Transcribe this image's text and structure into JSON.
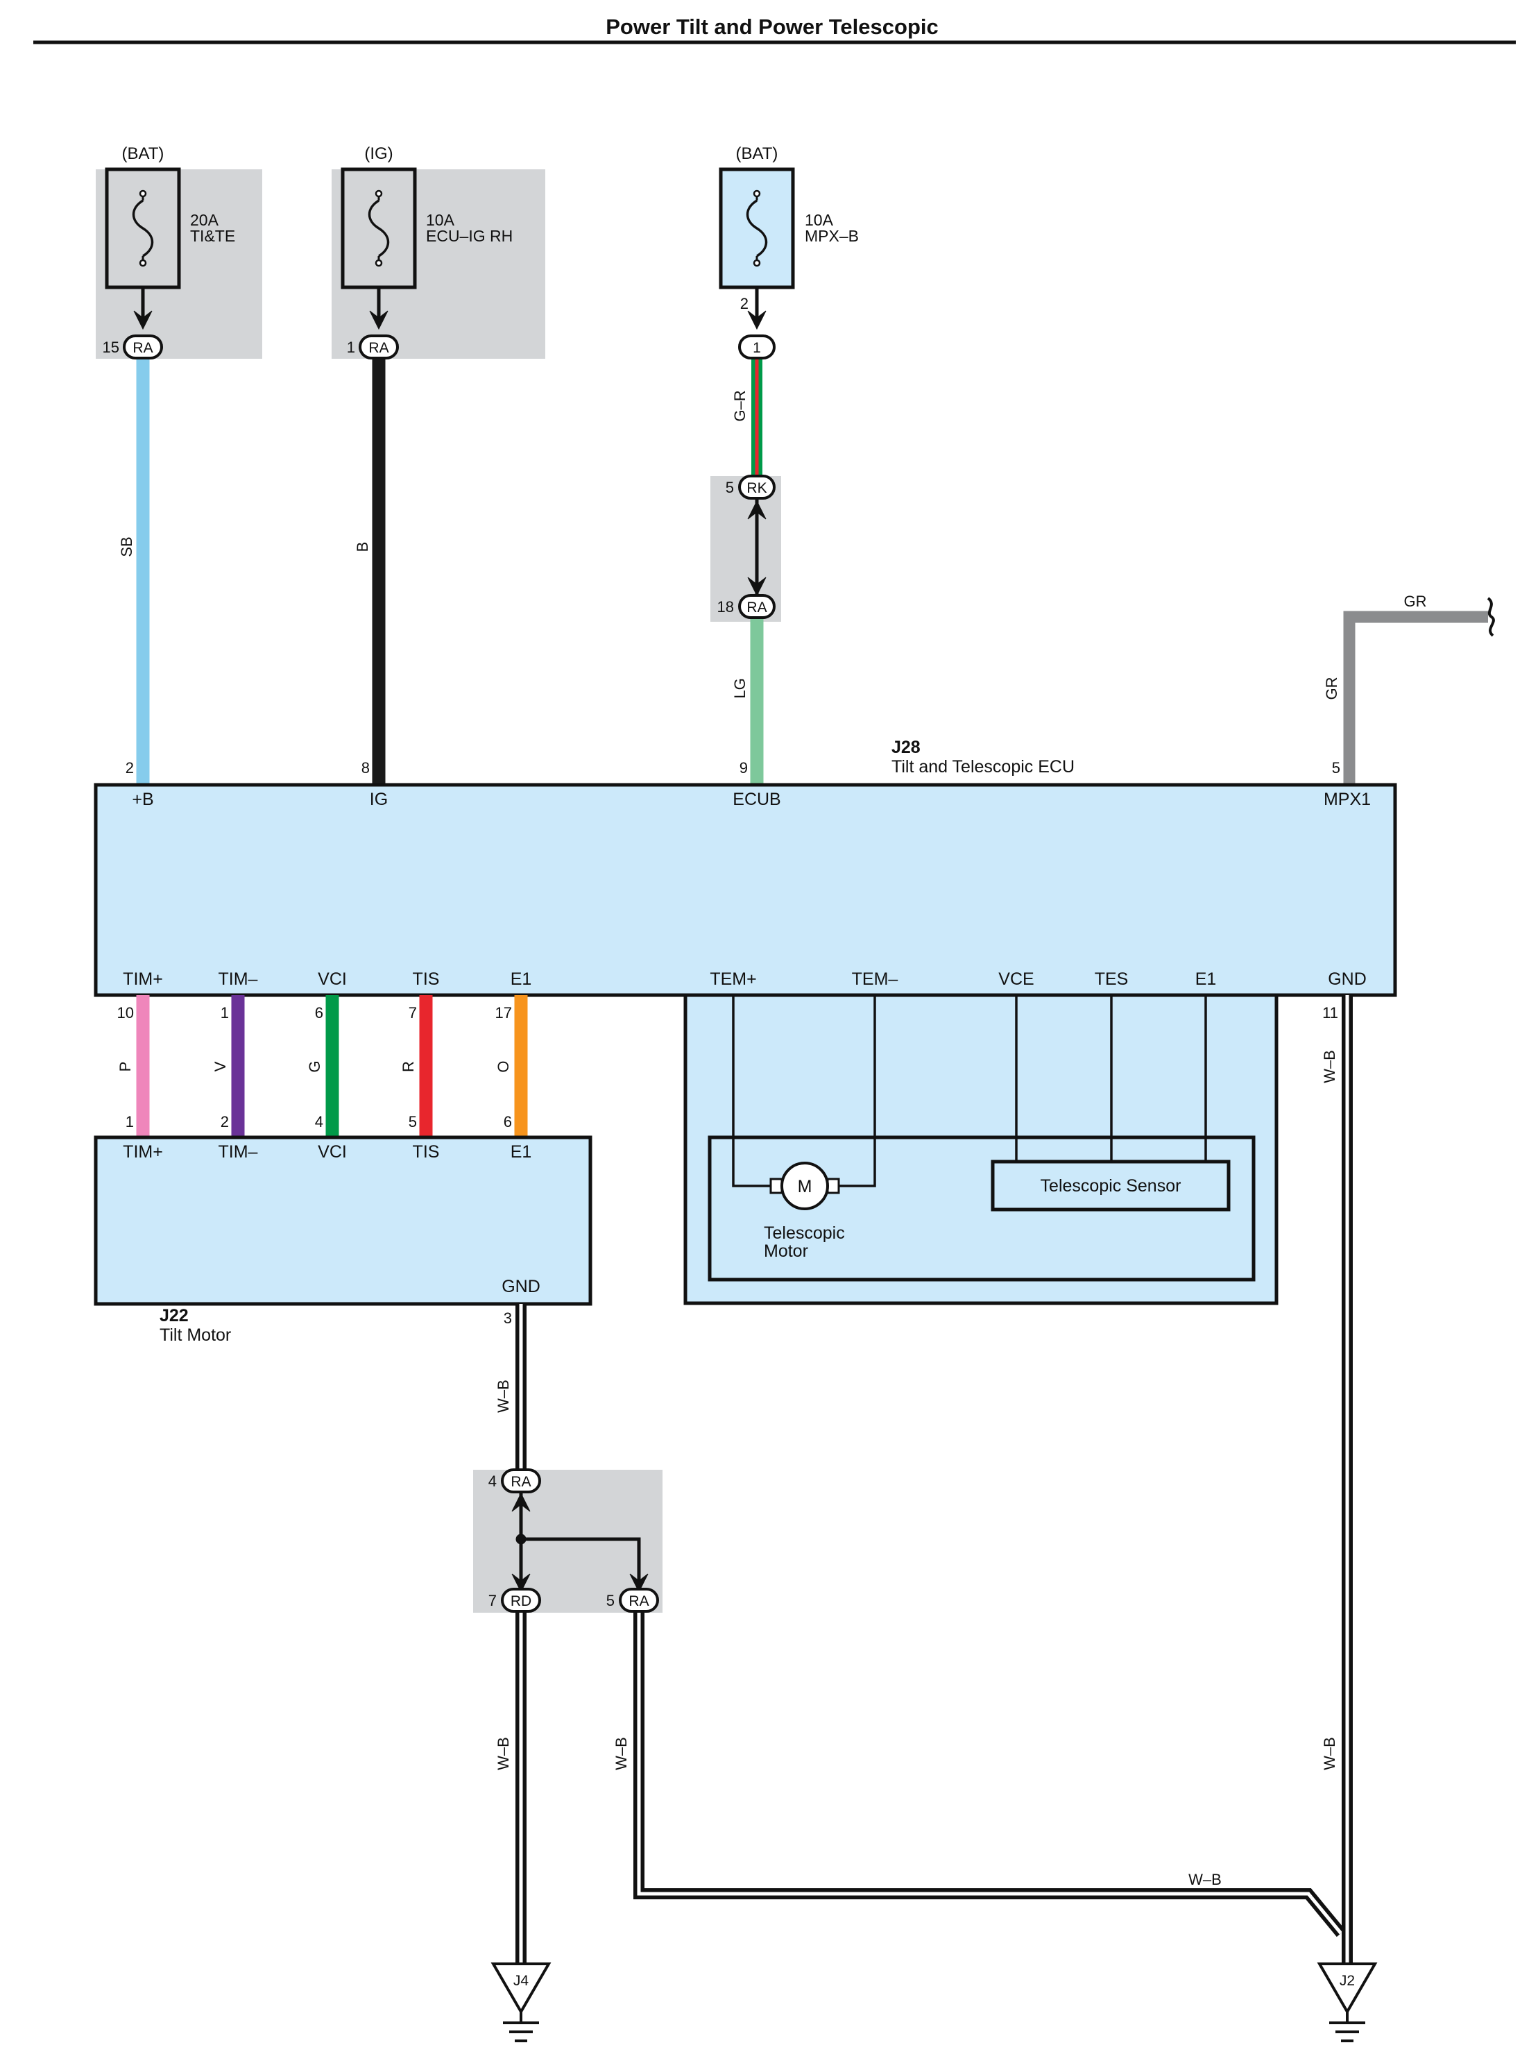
{
  "title": "Power Tilt and Power Telescopic",
  "colors": {
    "box_fill": "#cce9fa",
    "shade": "#d3d5d7",
    "SB": "#86ccec",
    "B": "#1a1a1a",
    "G_R_green": "#009a49",
    "G_R_red": "#e8262d",
    "LG": "#7ec89b",
    "GR": "#8b8c8e",
    "P": "#ef86bb",
    "V": "#6a3298",
    "G": "#009a49",
    "R": "#e8262d",
    "O": "#f7941d",
    "W_B": "#ffffff"
  },
  "fuses": [
    {
      "source": "(BAT)",
      "amp": "20A",
      "name": "TI&TE",
      "pin": "15",
      "conn": "RA"
    },
    {
      "source": "(IG)",
      "amp": "10A",
      "name": "ECU–IG RH",
      "pin": "1",
      "conn": "RA"
    },
    {
      "source": "(BAT)",
      "amp": "10A",
      "name": "MPX–B",
      "pin": "2",
      "conn_pin": "1"
    }
  ],
  "junction_rk_ra": {
    "top_pin": "5",
    "top_conn": "RK",
    "bottom_pin": "18",
    "bottom_conn": "RA"
  },
  "wires": {
    "sb": "SB",
    "b": "B",
    "gr_top": "G–R",
    "lg": "LG",
    "gr_horiz": "GR",
    "gr_vert": "GR",
    "p": "P",
    "v": "V",
    "g": "G",
    "r": "R",
    "o": "O",
    "wb_right_top": "W–B",
    "wb_tilt": "W–B",
    "wb_rd": "W–B",
    "wb_ra5": "W–B",
    "wb_bottom": "W–B",
    "wb_right_bottom": "W–B"
  },
  "ecu": {
    "code": "J28",
    "name": "Tilt and Telescopic ECU",
    "top_pins": [
      {
        "num": "2",
        "label": "+B"
      },
      {
        "num": "8",
        "label": "IG"
      },
      {
        "num": "9",
        "label": "ECUB"
      },
      {
        "num": "5",
        "label": "MPX1"
      }
    ],
    "bottom_pins": [
      {
        "num": "10",
        "label": "TIM+"
      },
      {
        "num": "1",
        "label": "TIM–"
      },
      {
        "num": "6",
        "label": "VCI"
      },
      {
        "num": "7",
        "label": "TIS"
      },
      {
        "num": "17",
        "label": "E1"
      },
      {
        "label": "TEM+"
      },
      {
        "label": "TEM–"
      },
      {
        "label": "VCE"
      },
      {
        "label": "TES"
      },
      {
        "label": "E1"
      },
      {
        "num": "11",
        "label": "GND"
      }
    ],
    "telescopic_motor": "Telescopic\nMotor",
    "motor_symbol": "M",
    "telescopic_sensor": "Telescopic Sensor"
  },
  "tilt_motor": {
    "code": "J22",
    "name": "Tilt Motor",
    "pins": [
      {
        "num": "1",
        "label": "TIM+"
      },
      {
        "num": "2",
        "label": "TIM–"
      },
      {
        "num": "4",
        "label": "VCI"
      },
      {
        "num": "5",
        "label": "TIS"
      },
      {
        "num": "6",
        "label": "E1"
      }
    ],
    "gnd_label": "GND",
    "gnd_pin": "3"
  },
  "ground_junction": {
    "in_pin": "4",
    "in_conn": "RA",
    "out1_pin": "7",
    "out1_conn": "RD",
    "out2_pin": "5",
    "out2_conn": "RA"
  },
  "grounds": [
    {
      "label": "J4"
    },
    {
      "label": "J2"
    }
  ]
}
